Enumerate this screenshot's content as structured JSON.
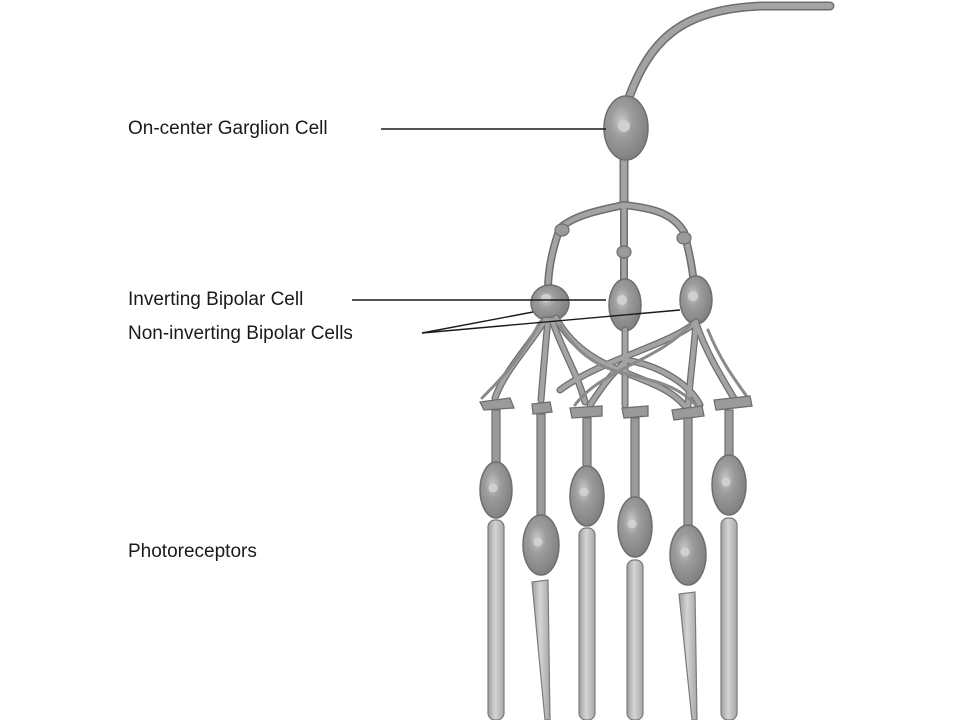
{
  "labels": {
    "ganglion": "On-center Garglion Cell",
    "inverting_bipolar": "Inverting Bipolar Cell",
    "noninverting_bipolar": "Non-inverting Bipolar Cells",
    "photoreceptors": "Photoreceptors"
  },
  "colors": {
    "cell_body": "#8f8f8f",
    "cell_highlight": "#b8b8b8",
    "dendrite": "#9a9a9a",
    "dendrite_edge": "#6e6e6e",
    "outer_segment": "#bdbdbd",
    "leader_line": "#1a1a1a"
  }
}
